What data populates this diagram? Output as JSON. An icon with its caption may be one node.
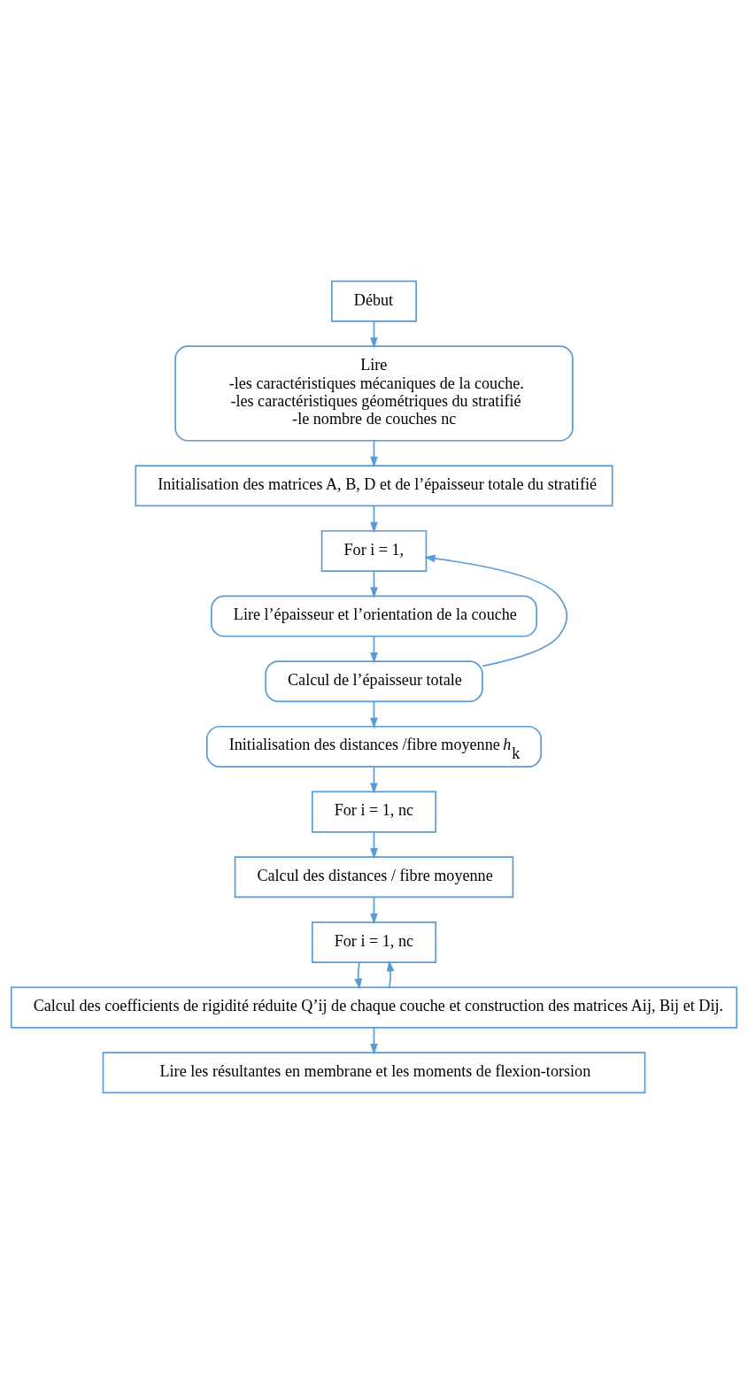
{
  "diagram": {
    "nodes": [
      {
        "text": [
          "Début"
        ]
      },
      {
        "text": [
          "Lire",
          "-les caractéristiques mécaniques de la couche.",
          "-les caractéristiques géométriques du stratifié",
          "-le nombre de couches nc"
        ]
      },
      {
        "text": [
          "Initialisation des matrices A, B, D et de l’épaisseur totale du stratifié"
        ]
      },
      {
        "text": [
          "For i = 1,"
        ]
      },
      {
        "text": [
          "Lire l’épaisseur et l’orientation de la couche"
        ]
      },
      {
        "text": [
          "Calcul de l’épaisseur totale"
        ]
      },
      {
        "text": [
          "Initialisation des distances /fibre moyenne *h*$_{k}$"
        ]
      },
      {
        "text": [
          "For i = 1, nc"
        ]
      },
      {
        "text": [
          "Calcul des distances / fibre moyenne"
        ]
      },
      {
        "text": [
          "For i = 1, nc"
        ]
      },
      {
        "text": [
          "Calcul des coefficients de rigidité réduite Q’ij de chaque couche et construction des matrices Aij, Bij et Dij."
        ]
      },
      {
        "text": [
          "Lire les résultantes en membrane et les moments de flexion-torsion"
        ]
      }
    ],
    "edges": [
      {
        "from": 0,
        "to": 1,
        "arrow": "to"
      },
      {
        "from": 1,
        "to": 2,
        "arrow": "to"
      },
      {
        "from": 2,
        "to": 3,
        "arrow": "to"
      },
      {
        "from": 3,
        "to": 4,
        "arrow": "to"
      },
      {
        "from": 4,
        "to": 5,
        "arrow": "to"
      },
      {
        "from": 5,
        "to": 3,
        "arrow": "to"
      },
      {
        "from": 5,
        "to": 6,
        "arrow": "to"
      },
      {
        "from": 6,
        "to": 7,
        "arrow": "to"
      },
      {
        "from": 7,
        "to": 8,
        "arrow": "to"
      },
      {
        "from": 8,
        "to": 9,
        "arrow": "to"
      },
      {
        "from": 9,
        "to": 10,
        "arrow": "to"
      },
      {
        "from": 10,
        "to": 9,
        "arrow": "to"
      },
      {
        "from": 10,
        "to": 11,
        "arrow": "to"
      }
    ]
  }
}
